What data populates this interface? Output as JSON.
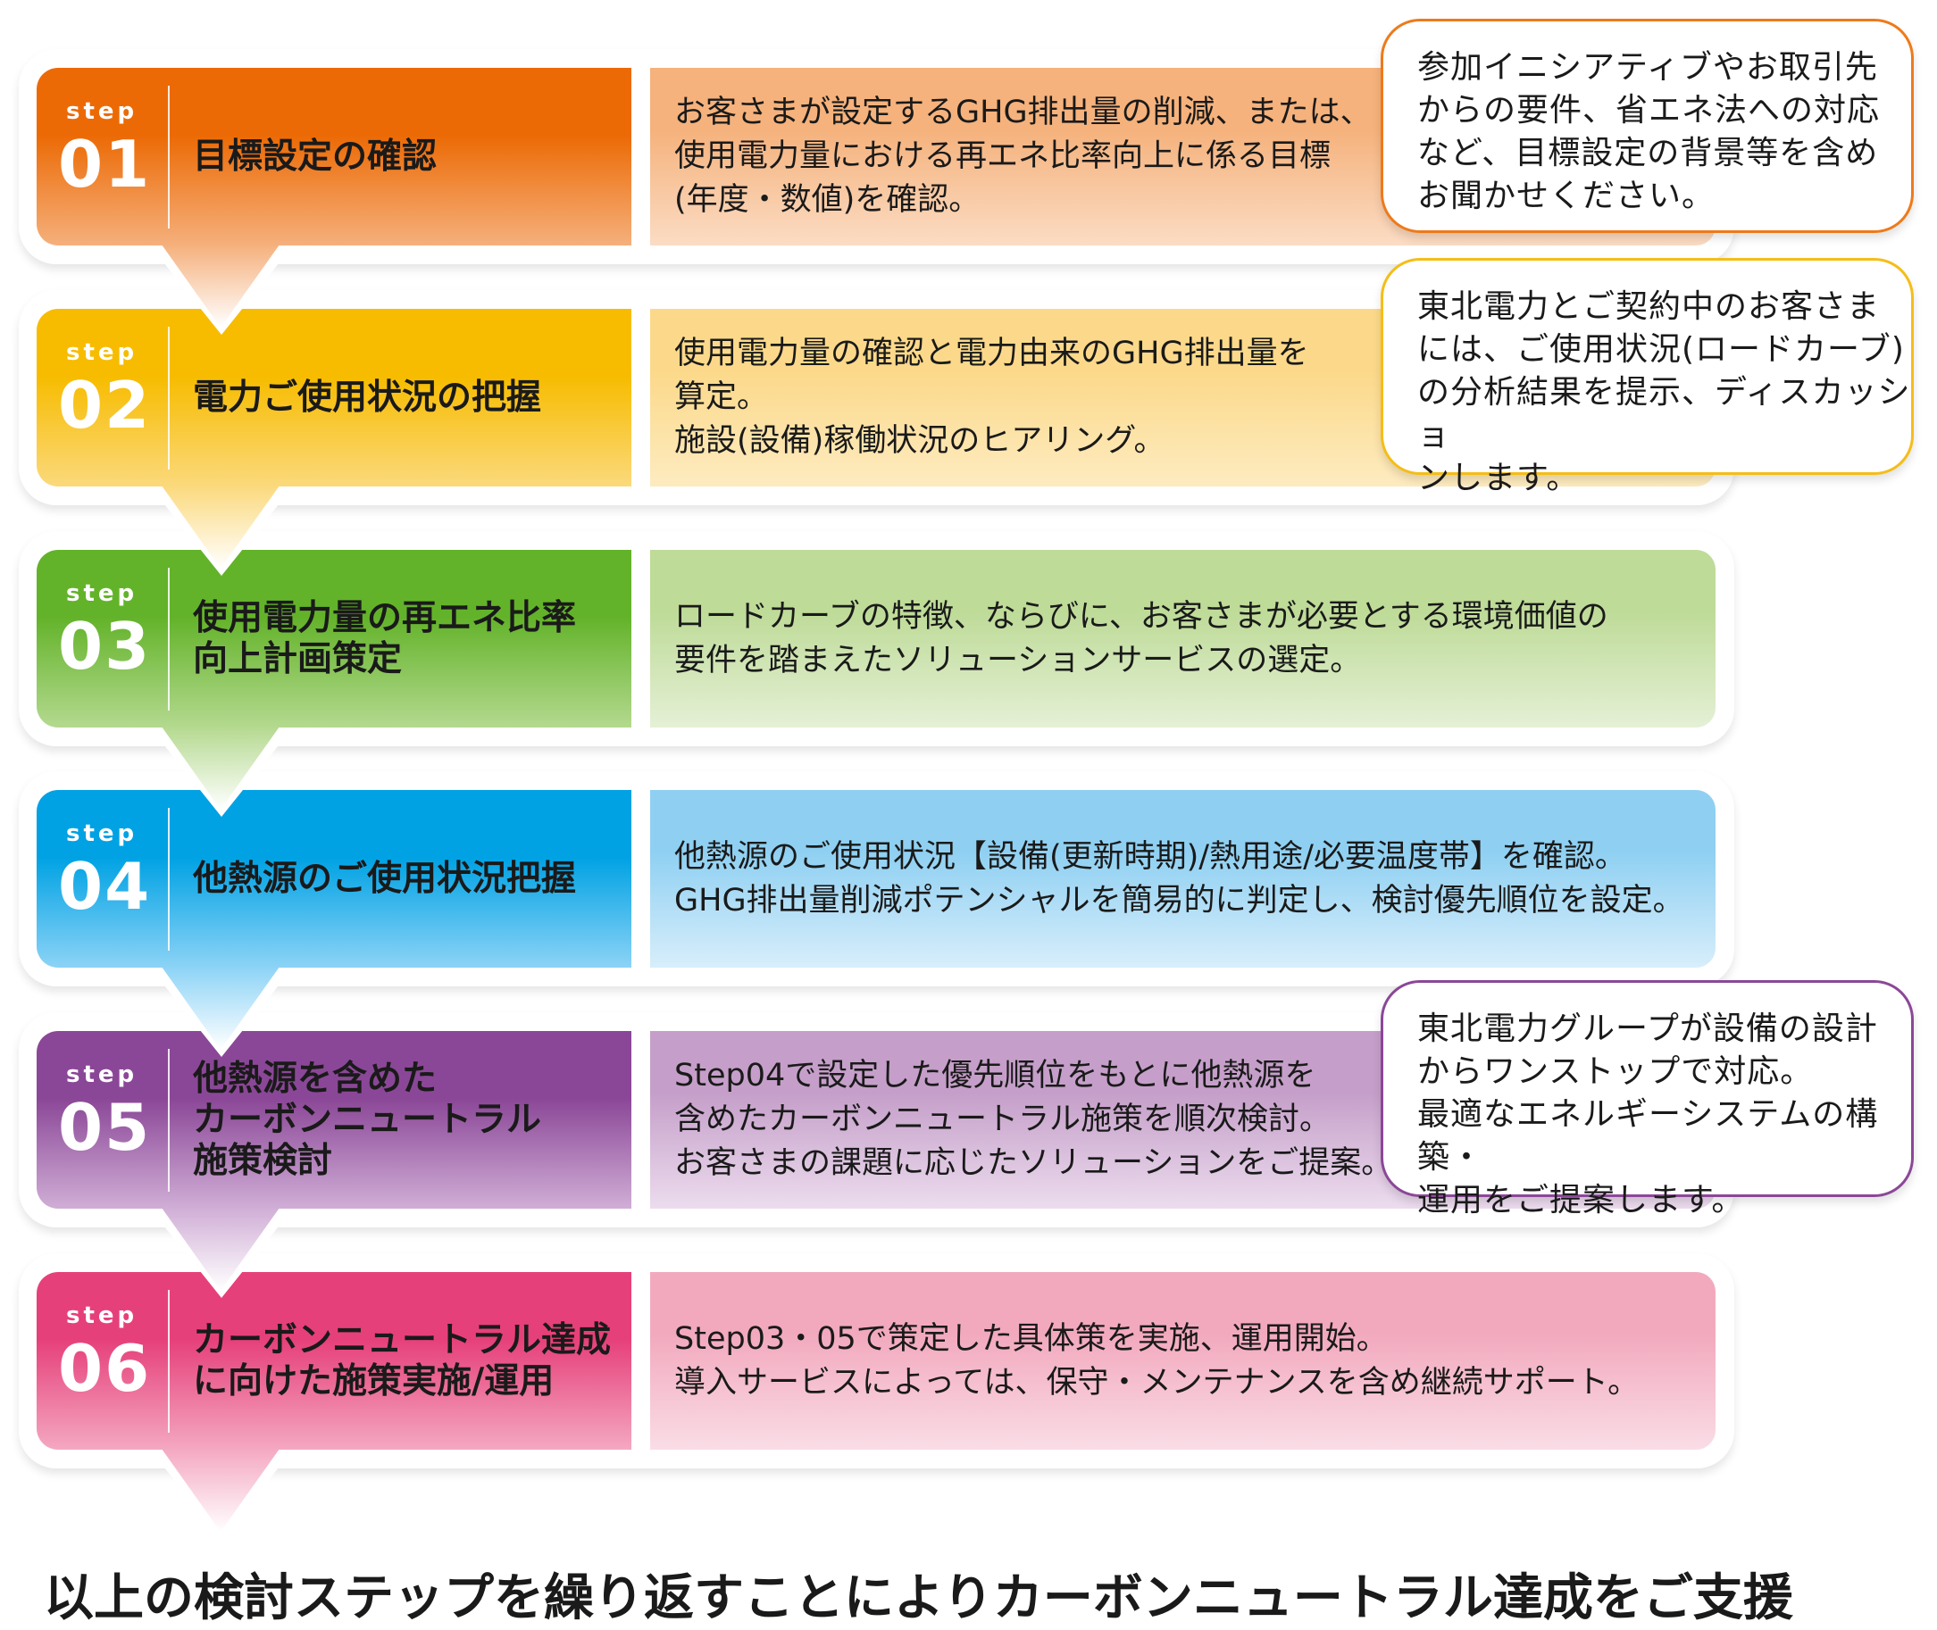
{
  "steps": [
    {
      "label": "step",
      "number": "01",
      "title": "目標設定の確認",
      "description": "お客さまが設定するGHG排出量の削減、または、\n使用電力量における再エネ比率向上に係る目標\n(年度・数値)を確認。",
      "colors": {
        "box_top": "#ec6a05",
        "box_bottom": "#f5b07c",
        "desc_top": "#f5b27c",
        "desc_bottom": "#fbdcc4"
      }
    },
    {
      "label": "step",
      "number": "02",
      "title": "電力ご使用状況の把握",
      "description": "使用電力量の確認と電力由来のGHG排出量を\n算定。\n施設(設備)稼働状況のヒアリング。",
      "colors": {
        "box_top": "#f7bc00",
        "box_bottom": "#fbd97c",
        "desc_top": "#fcd98a",
        "desc_bottom": "#fdebc0"
      }
    },
    {
      "label": "step",
      "number": "03",
      "title": "使用電力量の再エネ比率\n向上計画策定",
      "description": "ロードカーブの特徴、ならびに、お客さまが必要とする環境価値の\n要件を踏まえたソリューションサービスの選定。",
      "colors": {
        "box_top": "#63b32a",
        "box_bottom": "#b4d98f",
        "desc_top": "#bedb98",
        "desc_bottom": "#e5f0d6"
      }
    },
    {
      "label": "step",
      "number": "04",
      "title": "他熱源のご使用状況把握",
      "description": "他熱源のご使用状況【設備(更新時期)/熱用途/必要温度帯】を確認。\nGHG排出量削減ポテンシャルを簡易的に判定し、検討優先順位を設定。",
      "colors": {
        "box_top": "#00a2e4",
        "box_bottom": "#8cd3f6",
        "desc_top": "#8fd0f2",
        "desc_bottom": "#d8eefb"
      }
    },
    {
      "label": "step",
      "number": "05",
      "title": "他熱源を含めた\nカーボンニュートラル\n施策検討",
      "description": "Step04で設定した優先順位をもとに他熱源を\n含めたカーボンニュートラル施策を順次検討。\nお客さまの課題に応じたソリューションをご提案。",
      "colors": {
        "box_top": "#8b4797",
        "box_bottom": "#d0aed6",
        "desc_top": "#c59fc9",
        "desc_bottom": "#ecdcee"
      }
    },
    {
      "label": "step",
      "number": "06",
      "title": "カーボンニュートラル達成\nに向けた施策実施/運用",
      "description": "Step03・05で策定した具体策を実施、運用開始。\n導入サービスによっては、保守・メンテナンスを含め継続サポート。",
      "colors": {
        "box_top": "#e6407a",
        "box_bottom": "#f4a8c1",
        "desc_top": "#f2a9be",
        "desc_bottom": "#fadde6"
      }
    }
  ],
  "callouts": [
    {
      "text": "参加イニシアティブやお取引先\nからの要件、省エネ法への対応\nなど、目標設定の背景等を含め\nお聞かせください。",
      "border": "#ee7a1a"
    },
    {
      "text": "東北電力とご契約中のお客さま\nには、ご使用状況(ロードカーブ)\nの分析結果を提示、ディスカッショ\nンします。",
      "border": "#f5bd18"
    },
    {
      "text": "東北電力グループが設備の設計\nからワンストップで対応。\n最適なエネルギーシステムの構築・\n運用をご提案します。",
      "border": "#8b4797"
    }
  ],
  "footer": "以上の検討ステップを繰り返すことによりカーボンニュートラル達成をご支援"
}
